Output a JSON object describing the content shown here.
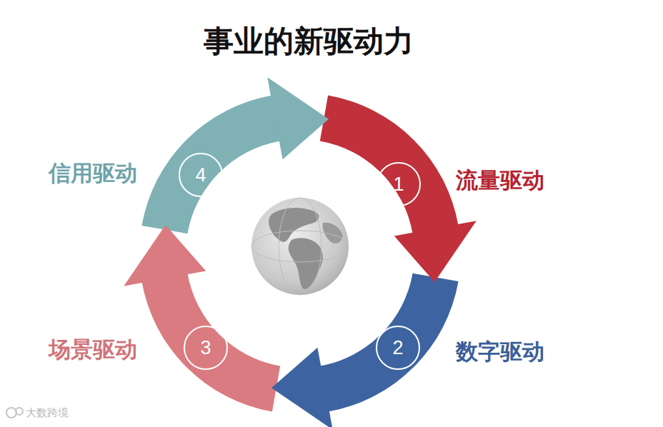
{
  "diagram": {
    "title": "事业的新驱动力",
    "nodes": [
      {
        "text": [
          "1",
          "流量驱动"
        ]
      },
      {
        "text": [
          "2",
          "数字驱动"
        ]
      },
      {
        "text": [
          "3",
          "场景驱动"
        ]
      },
      {
        "text": [
          "4",
          "信用驱动"
        ]
      }
    ],
    "labels": [
      "大数跨境"
    ]
  }
}
